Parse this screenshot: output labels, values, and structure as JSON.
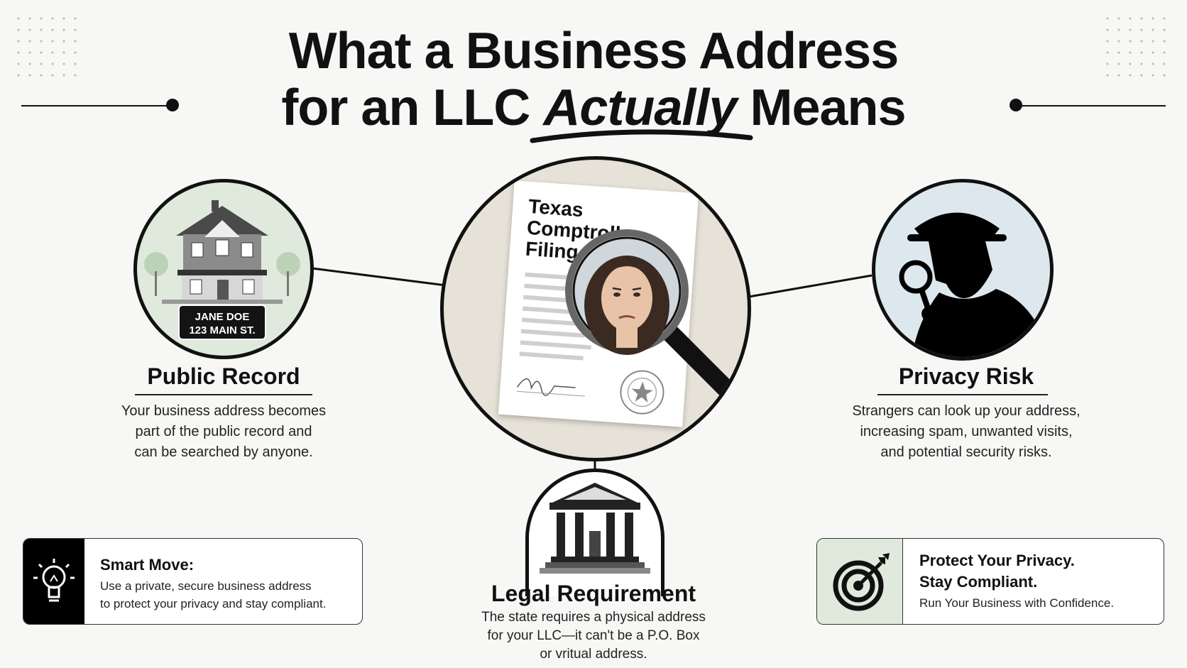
{
  "title": {
    "line1": "What a Business Address",
    "line2_pre": "for an LLC ",
    "line2_em": "Actually",
    "line2_post": " Means"
  },
  "center": {
    "doc_title_1": "Texas",
    "doc_title_2": "Comptroller",
    "doc_title_3": "Filing"
  },
  "public_record": {
    "title": "Public Record",
    "nameplate_1": "JANE DOE",
    "nameplate_2": "123 MAIN ST.",
    "desc": [
      "Your business address becomes",
      "part of the public record and",
      "can be searched by anyone."
    ]
  },
  "privacy_risk": {
    "title": "Privacy Risk",
    "desc": [
      "Strangers can look up your address,",
      "increasing spam, unwanted visits,",
      "and potential security risks."
    ]
  },
  "legal": {
    "title": "Legal Requirement",
    "desc": [
      "The state requires a physical address",
      "for your LLC—it can't be a P.O. Box",
      "or vritual address."
    ]
  },
  "smart_move": {
    "head": "Smart Move:",
    "body": [
      "Use a private, secure business address",
      "to protect your privacy and stay compliant."
    ],
    "icon": "lightbulb-icon"
  },
  "protect": {
    "head1": "Protect Your Privacy.",
    "head2": "Stay Compliant.",
    "body": "Run Your Business with Confidence.",
    "icon": "target-icon"
  },
  "colors": {
    "accent_green": "#dfeadc",
    "accent_blue": "#dde8ee",
    "center_bg": "#e6e2d8",
    "dark": "#111111"
  }
}
